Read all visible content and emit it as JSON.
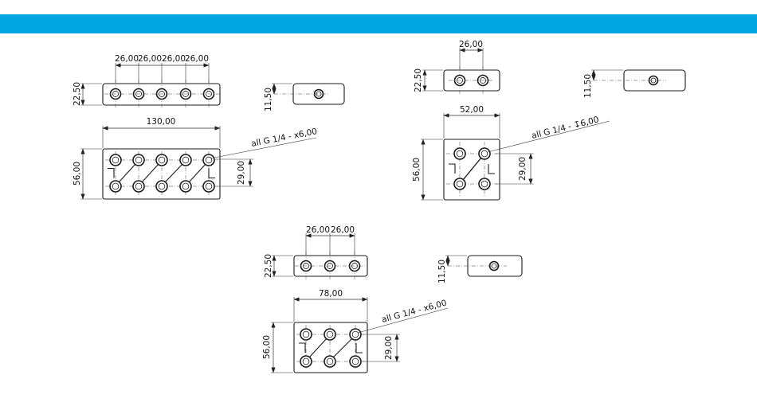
{
  "header": {
    "bar_color": "#00a6e2"
  },
  "views": {
    "five": {
      "pitch_1": "26,00",
      "pitch_2": "26,00",
      "pitch_3": "26,00",
      "pitch_4": "26,00",
      "side_height": "22,50",
      "end_height": "11,50",
      "length": "130,00",
      "width": "56,00",
      "row_spacing": "29,00",
      "callout": "all G 1/4 - x6,00"
    },
    "two": {
      "pitch": "26,00",
      "side_height": "22,50",
      "end_height": "11,50",
      "length": "52,00",
      "width": "56,00",
      "row_spacing": "29,00",
      "callout": "all G 1/4 - ↧6,00"
    },
    "three": {
      "pitch_1": "26,00",
      "pitch_2": "26,00",
      "side_height": "22,50",
      "end_height": "11,50",
      "length": "78,00",
      "width": "56,00",
      "row_spacing": "29,00",
      "callout": "all G 1/4 - x6,00"
    }
  }
}
